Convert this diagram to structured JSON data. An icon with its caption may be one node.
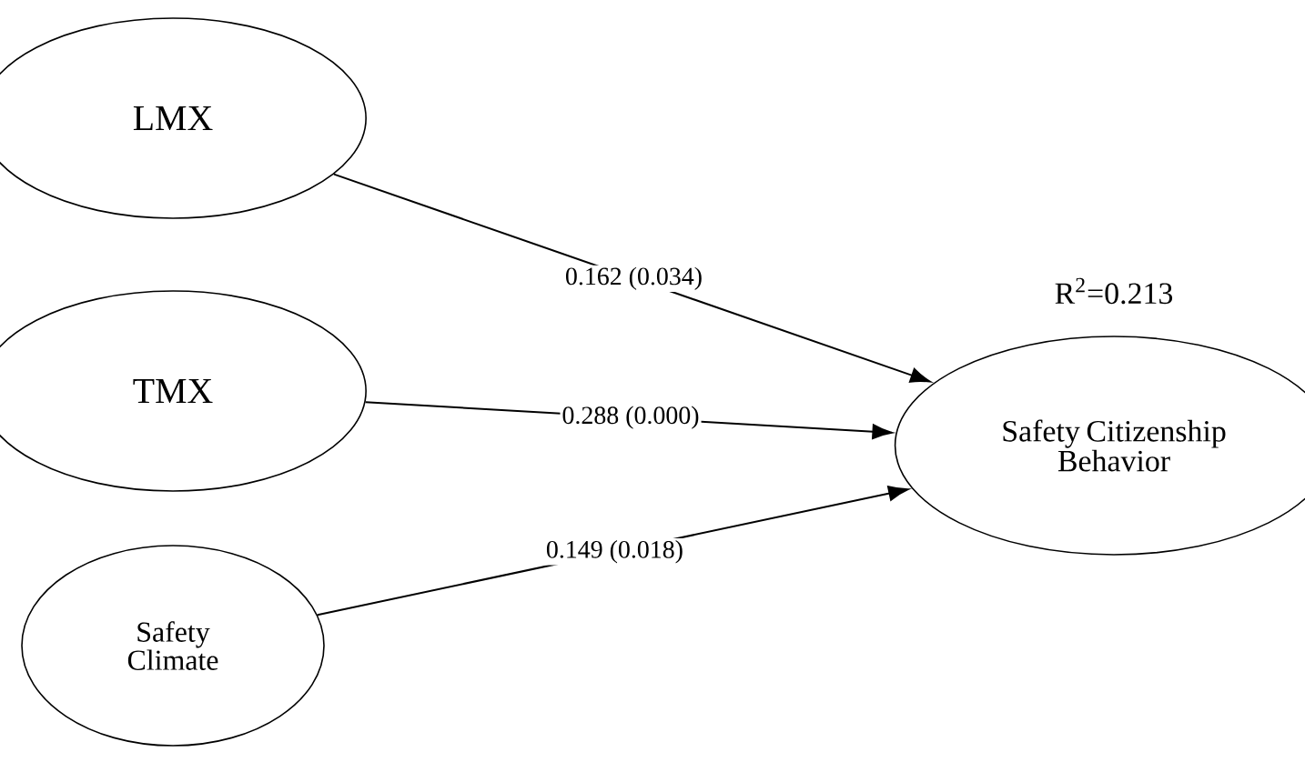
{
  "diagram": {
    "nodes": [
      {
        "text": [
          "LMX"
        ]
      },
      {
        "text": [
          "TMX"
        ]
      },
      {
        "text": [
          "Safety Climate"
        ]
      },
      {
        "text": [
          "Safety Citizenship Behavior"
        ],
        "beside": [
          "R$^{2}$=0.213"
        ]
      }
    ],
    "edges": [
      {
        "from": 0,
        "to": 3,
        "arrow": "to",
        "label": "0.162 (0.034)"
      },
      {
        "from": 1,
        "to": 3,
        "arrow": "to",
        "label": "0.288 (0.000)"
      },
      {
        "from": 2,
        "to": 3,
        "arrow": "to",
        "label": "0.149 (0.018)"
      }
    ]
  }
}
